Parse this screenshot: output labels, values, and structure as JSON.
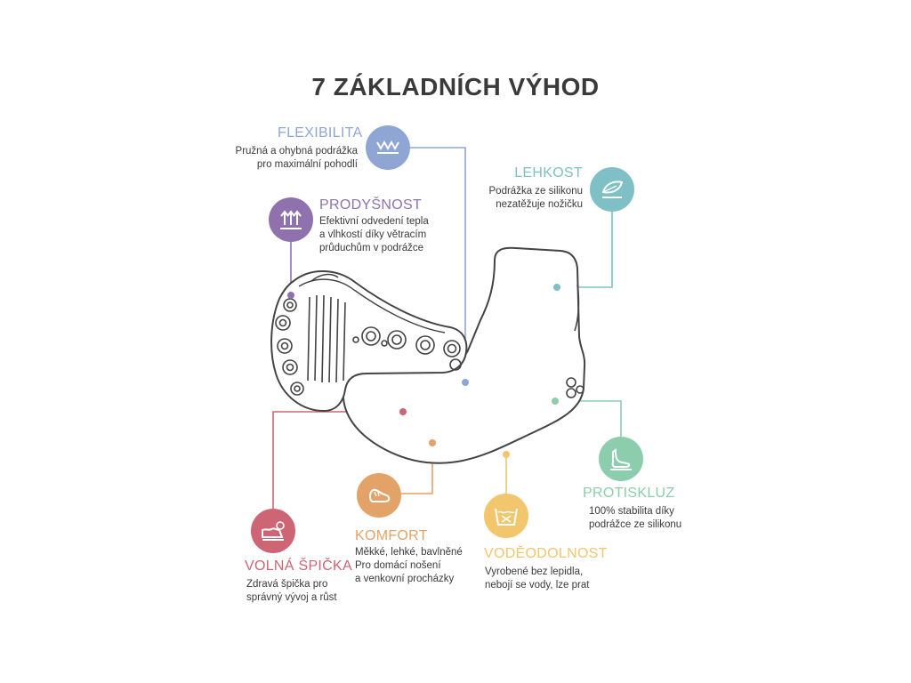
{
  "title": "7 ZÁKLADNÍCH VÝHOD",
  "colors": {
    "flexibilita": "#8fa6d4",
    "prodysnost": "#8f72ad",
    "lehkost": "#7ec0c6",
    "protiskluz": "#8ccdae",
    "vodeodolnost": "#f1c66d",
    "komfort": "#e3a268",
    "volna_spicka": "#cd6574",
    "shoe_outline": "#444444"
  },
  "features": {
    "flexibilita": {
      "label": "FLEXIBILITA",
      "line1": "Pružná a ohybná podrážka",
      "line2": "pro maximální pohodlí",
      "icon": "wave-sole-icon"
    },
    "prodysnost": {
      "label": "PRODYŠNOST",
      "line1": "Efektivní odvedení tepla",
      "line2": "a vlhkostí díky větracím",
      "line3": "průduchům v podrážce",
      "icon": "ventilation-arrows-icon"
    },
    "lehkost": {
      "label": "LEHKOST",
      "line1": "Podrážka ze silikonu",
      "line2": "nezatěžuje nožičku",
      "icon": "feather-icon"
    },
    "protiskluz": {
      "label": "PROTISKLUZ",
      "line1": "100% stabilita díky",
      "line2": "podrážce ze silikonu",
      "icon": "non-slip-foot-icon"
    },
    "vodeodolnost": {
      "label": "VODĚODOLNOST",
      "line1": "Vyrobené bez lepidla,",
      "line2": "nebojí se vody, lze prat",
      "icon": "washable-icon"
    },
    "komfort": {
      "label": "KOMFORT",
      "line1": "Měkké, lehké, bavlněné",
      "line2": "Pro domácí nošení",
      "line3": "a venkovní procházky",
      "icon": "soft-foot-icon"
    },
    "volna_spicka": {
      "label": "VOLNÁ ŠPIČKA",
      "line1": "Zdravá špička pro",
      "line2": "správný vývoj a růst",
      "icon": "growth-toes-icon"
    }
  }
}
